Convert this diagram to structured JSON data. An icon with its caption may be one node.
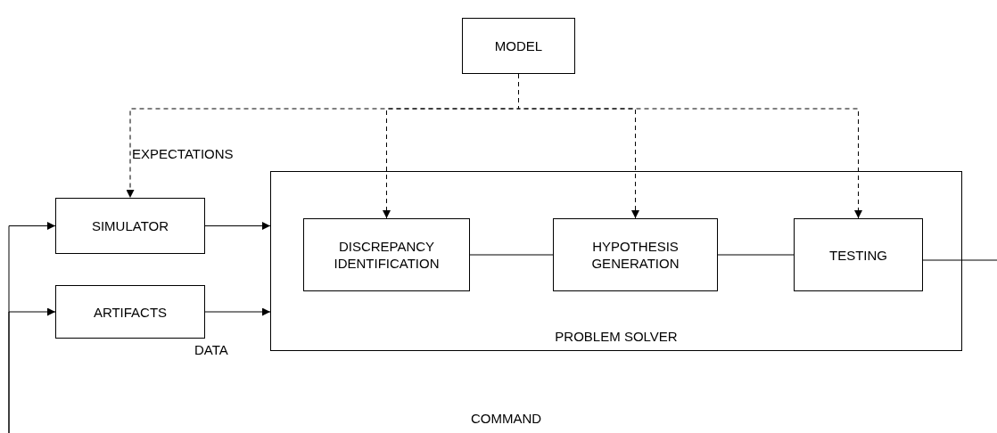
{
  "diagram": {
    "nodes": [
      {
        "text": [
          "MODEL"
        ]
      },
      {
        "text": [
          "SIMULATOR"
        ]
      },
      {
        "text": [
          "PROBLEM SOLVER"
        ]
      },
      {
        "text": [
          "DISCREPANCY IDENTIFICATION"
        ],
        "in": 2
      },
      {
        "text": [
          "HYPOTHESIS GENERATION"
        ],
        "in": 2
      },
      {
        "text": [
          "TESTING"
        ],
        "in": 2
      },
      {
        "text": [
          "ARTIFACTS"
        ]
      }
    ],
    "edges": [
      {
        "from": 0,
        "to": 1,
        "arrow": "to",
        "style": "dashed"
      },
      {
        "from": 0,
        "to": 3,
        "arrow": "to",
        "style": "dashed"
      },
      {
        "from": 0,
        "to": 4,
        "arrow": "to",
        "style": "dashed"
      },
      {
        "from": 0,
        "to": 5,
        "arrow": "to",
        "style": "dashed"
      },
      {
        "from": 1,
        "to": 2,
        "arrow": "to"
      },
      {
        "from": 6,
        "to": 2,
        "arrow": "to"
      },
      {
        "from": 3,
        "to": 4,
        "arrow": "none"
      },
      {
        "from": 4,
        "to": 5,
        "arrow": "none"
      },
      {
        "from": 5,
        "to": null,
        "arrow": "none"
      },
      {
        "from": null,
        "to": 1,
        "arrow": "to"
      },
      {
        "from": null,
        "to": 6,
        "arrow": "to"
      }
    ],
    "labels": [
      "EXPECTATIONS",
      "DATA",
      "COMMAND"
    ]
  }
}
